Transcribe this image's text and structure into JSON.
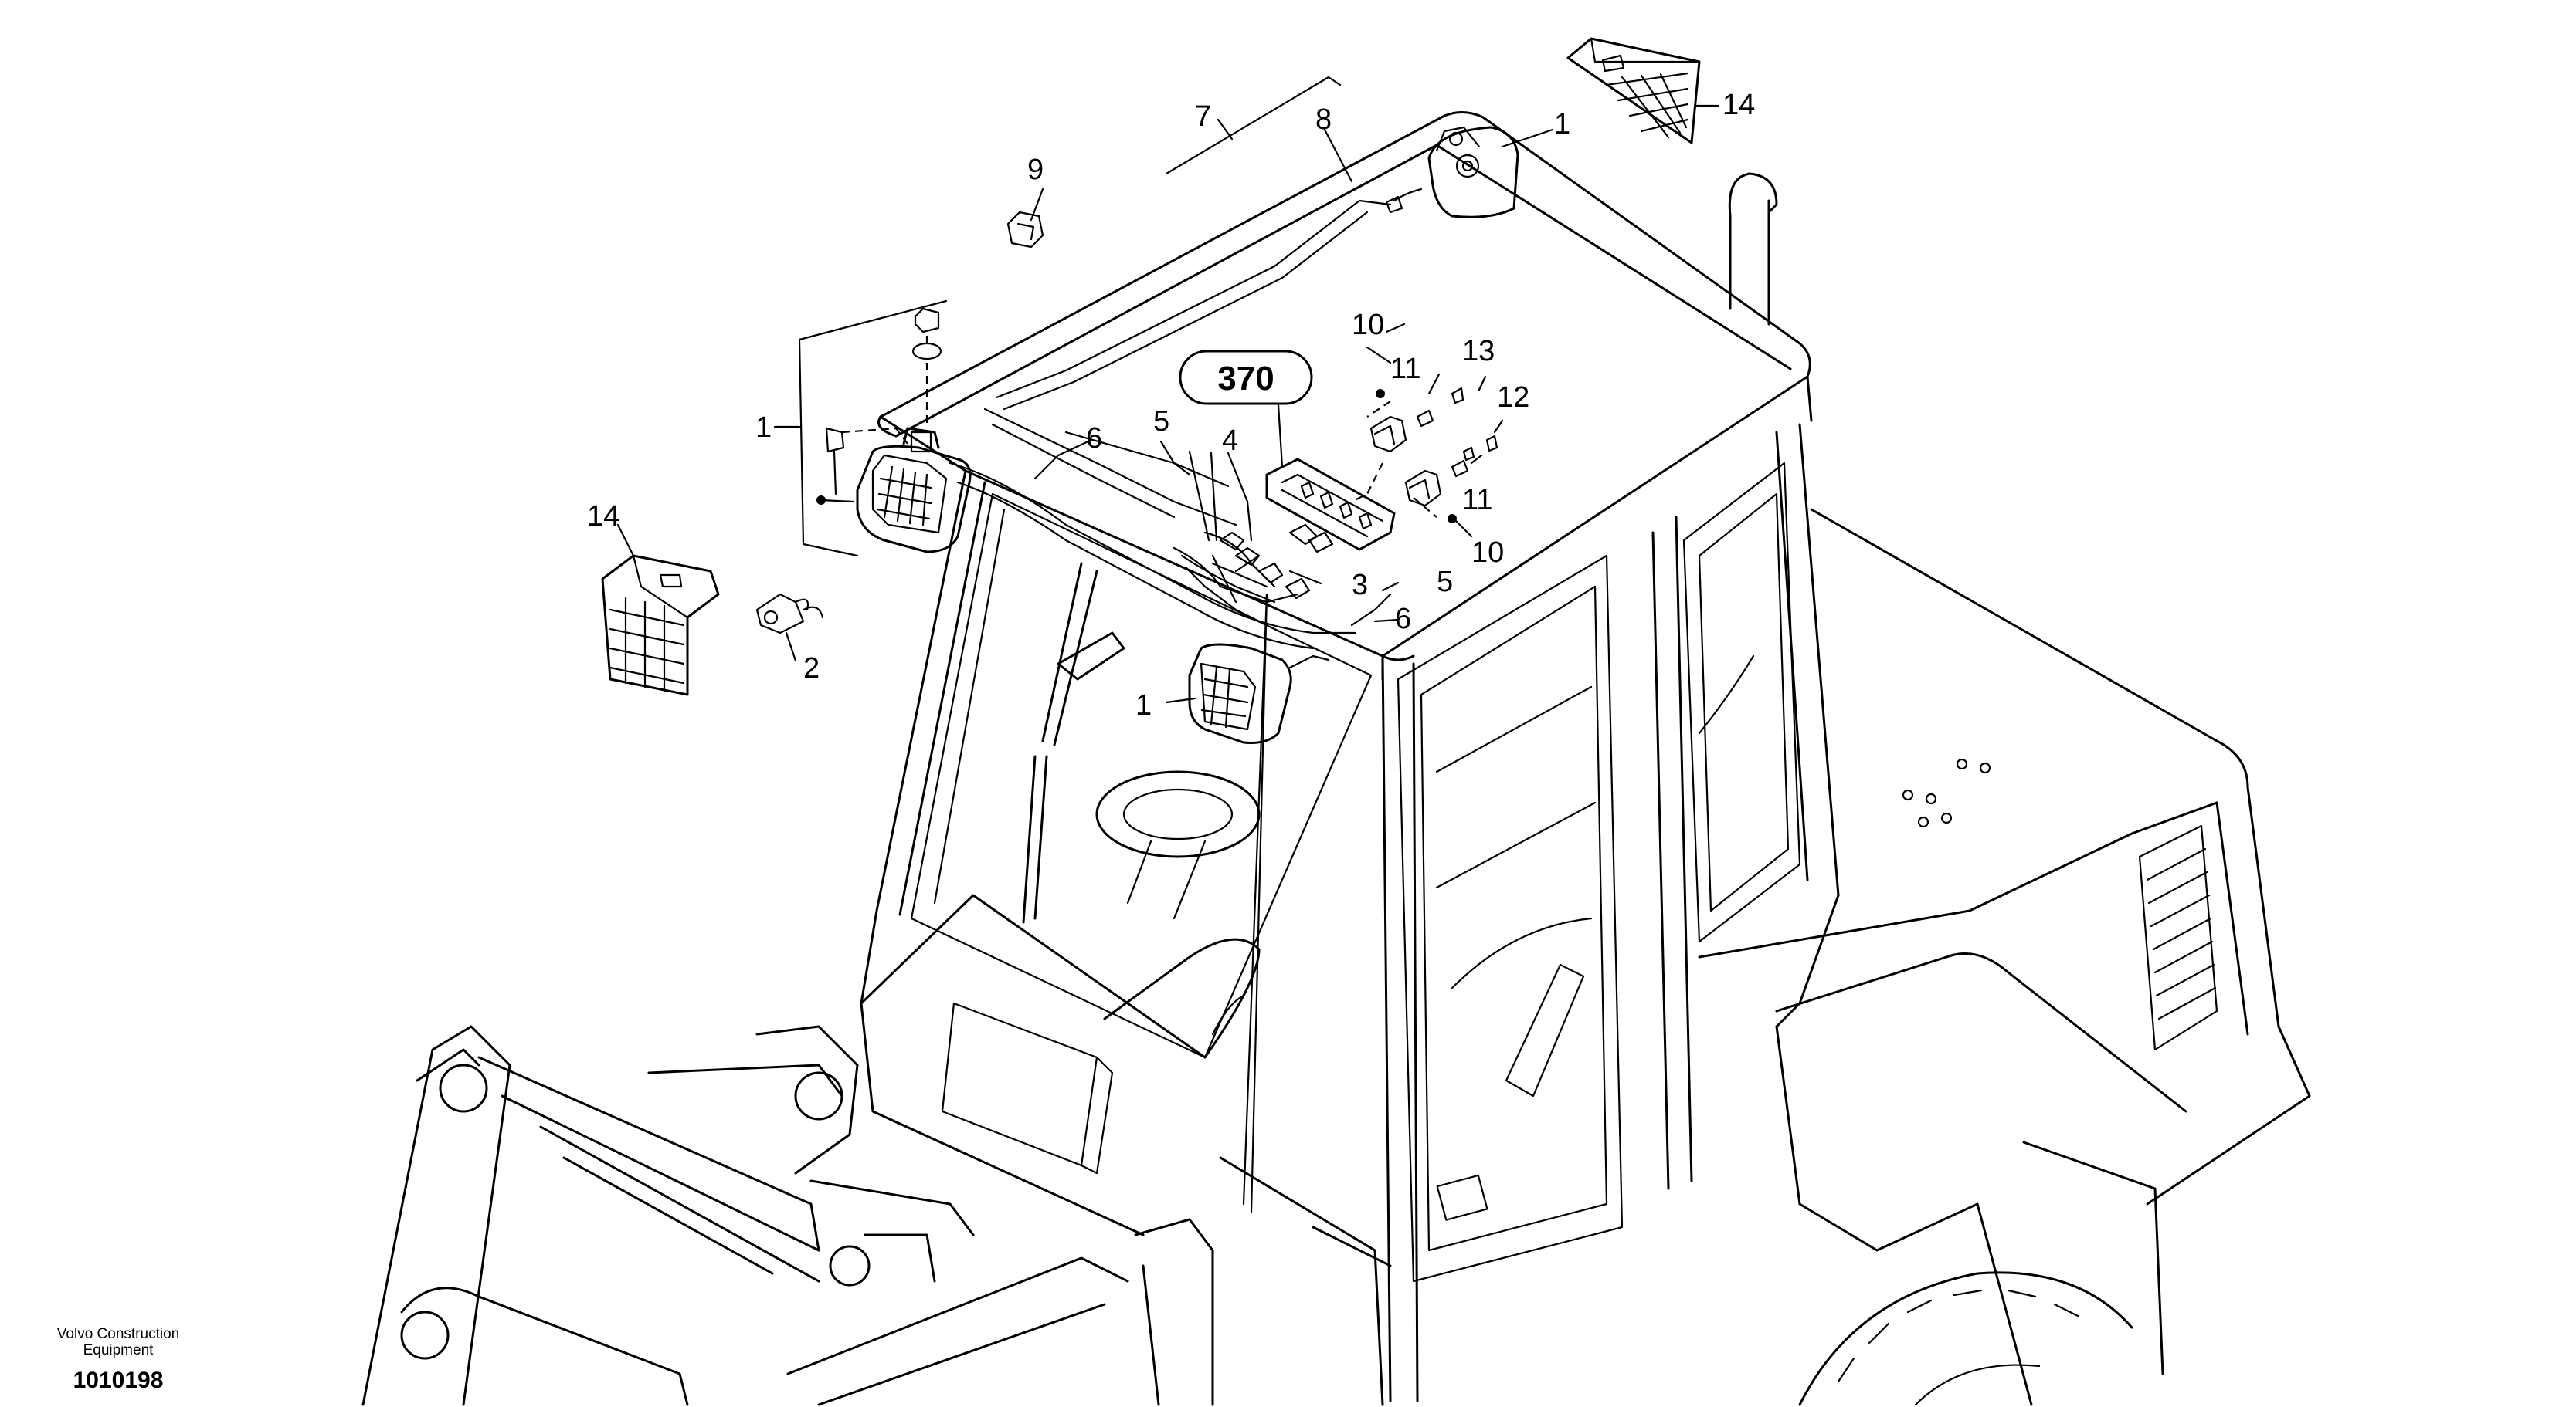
{
  "diagram": {
    "callouts": {
      "c1_top": "1",
      "c1_left": "1",
      "c1_bottom": "1",
      "c2": "2",
      "c3": "3",
      "c4": "4",
      "c5_upper": "5",
      "c5_lower": "5",
      "c6_upper": "6",
      "c6_lower": "6",
      "c7": "7",
      "c8": "8",
      "c9": "9",
      "c10_upper": "10",
      "c10_lower": "10",
      "c11_upper": "11",
      "c11_lower": "11",
      "c12": "12",
      "c13": "13",
      "c14_top": "14",
      "c14_left": "14"
    },
    "reference_group": "370"
  },
  "footer": {
    "company_line1": "Volvo Construction",
    "company_line2": "Equipment",
    "drawing_id": "1010198"
  }
}
